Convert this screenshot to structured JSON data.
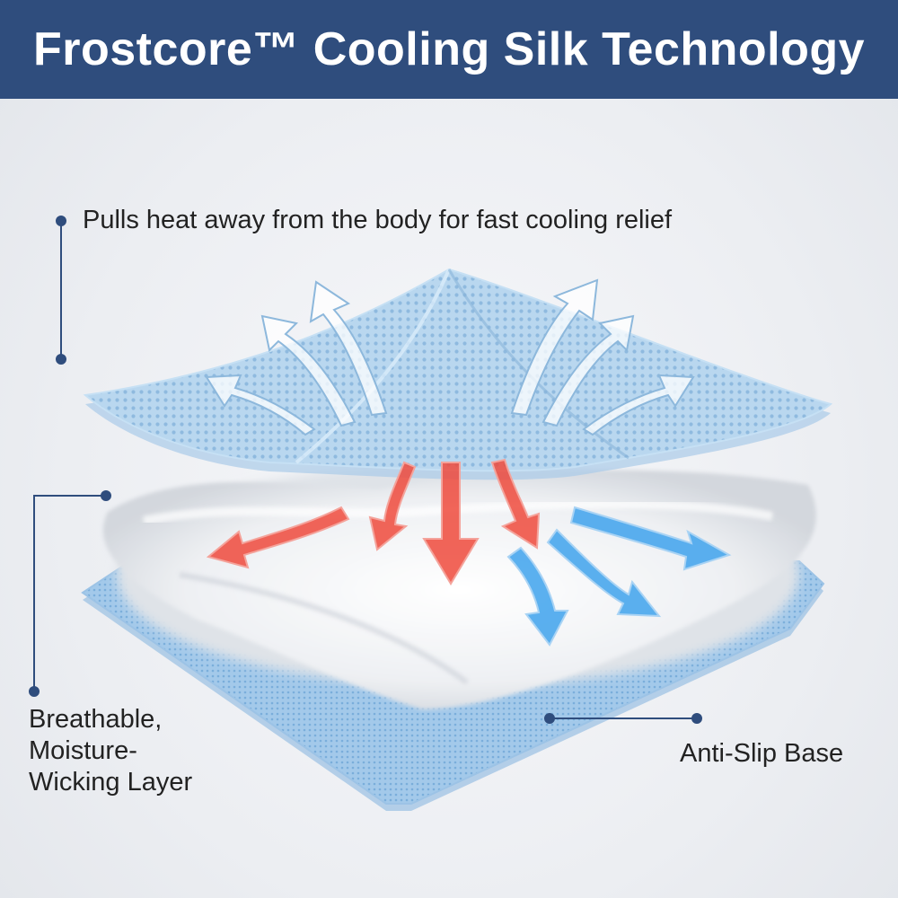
{
  "header": {
    "title": "Frostcore™ Cooling Silk Technology"
  },
  "callouts": {
    "top": "Pulls heat away from the body for fast cooling relief",
    "middle": [
      "Breathable,",
      "Moisture-",
      "Wicking Layer"
    ],
    "bottom": "Anti-Slip Base"
  },
  "colors": {
    "banner": "#2f4d7d",
    "top_layer": "#b8d6ee",
    "base_layer": "#9fc7ea",
    "heat_arrow": "#ef4a3c",
    "cool_arrow": "#3ea2ec",
    "air_arrow": "#ffffff"
  }
}
